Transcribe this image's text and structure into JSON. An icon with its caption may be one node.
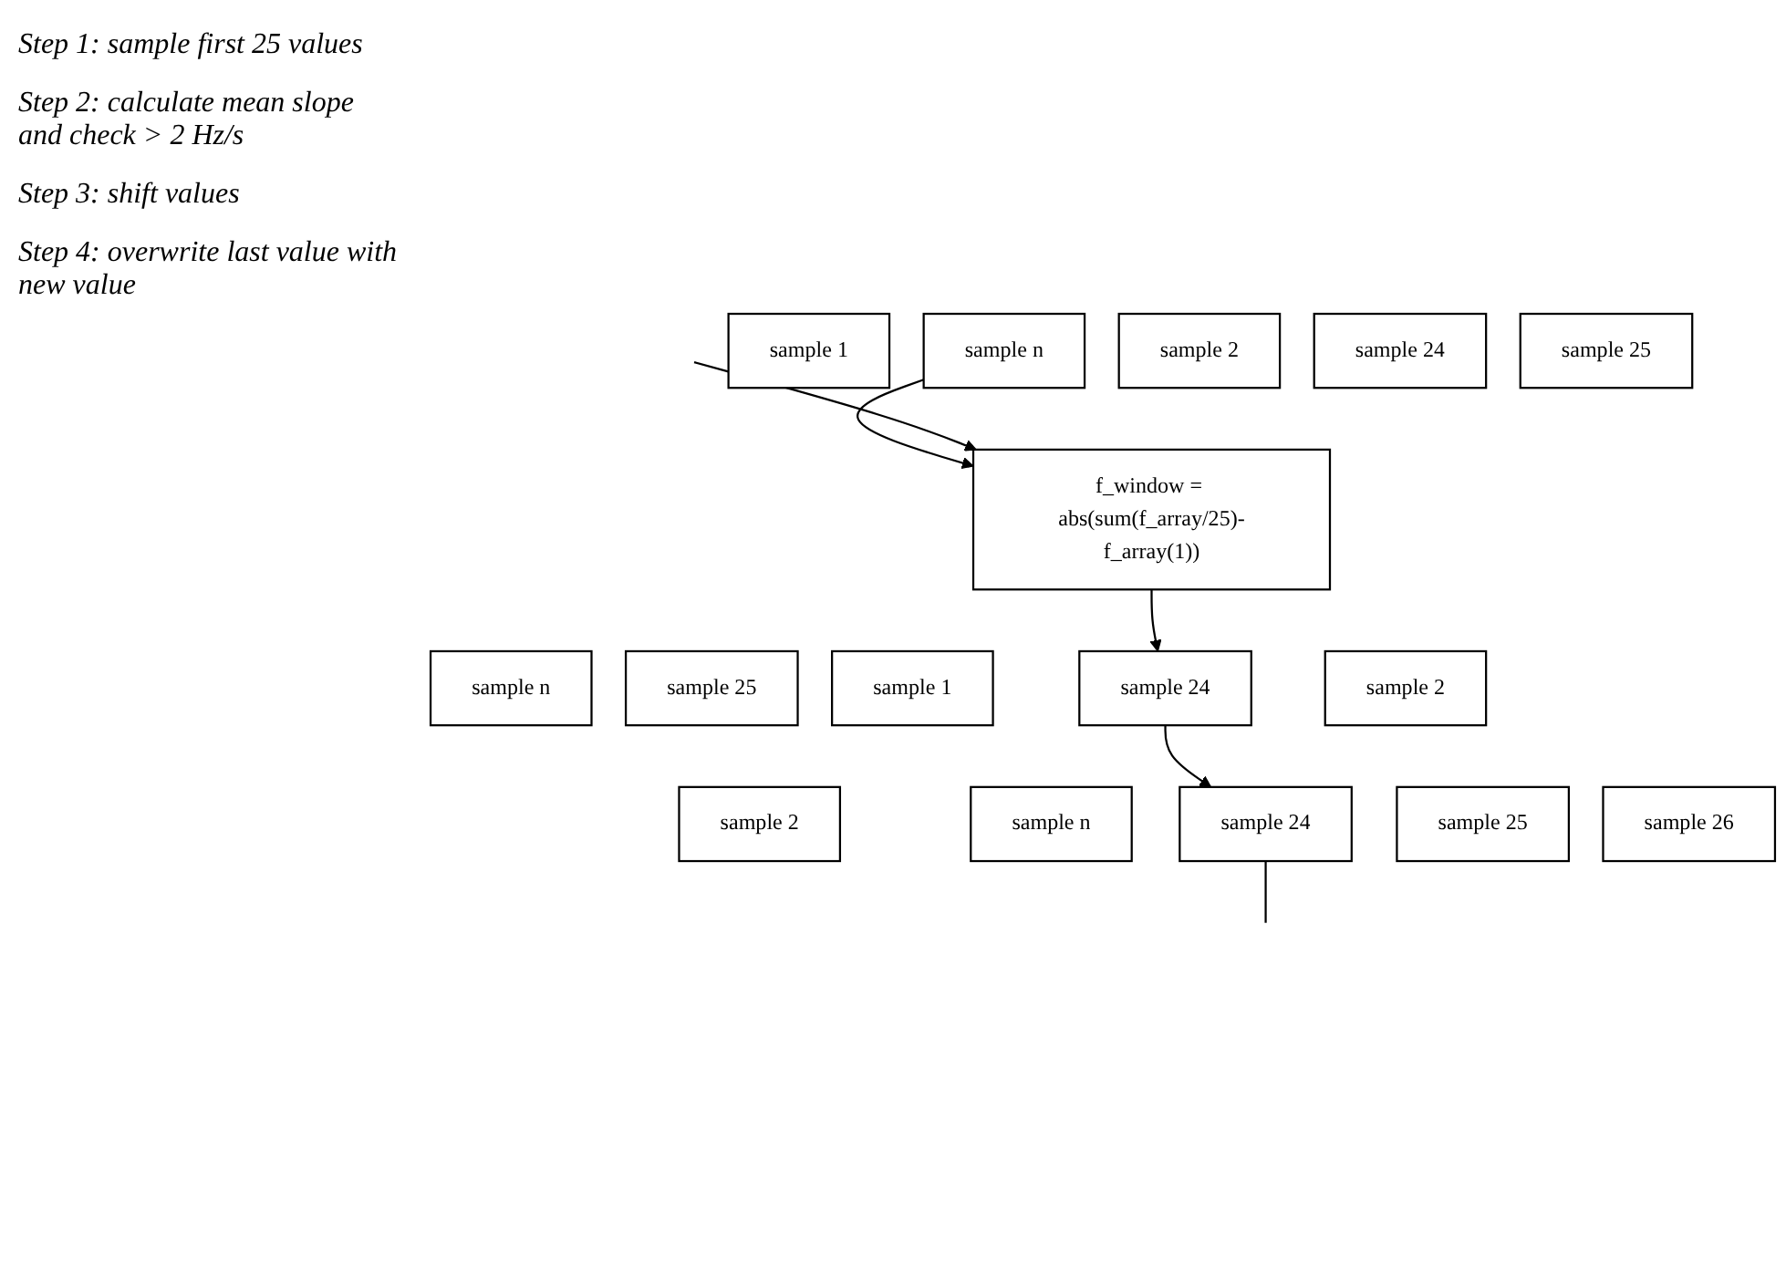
{
  "diagram": {
    "nodes": [
      {
        "text": [
          "sample 1"
        ]
      },
      {
        "text": [
          "sample 2"
        ]
      },
      {
        "text": [
          "sample n"
        ]
      },
      {
        "text": [
          "sample 24"
        ]
      },
      {
        "text": [
          "sample 25"
        ]
      },
      {
        "text": [
          "f_window = abs(sum(f_array/25)-f_array(1))"
        ]
      },
      {
        "text": [
          "sample 2"
        ]
      },
      {
        "text": [
          "sample n"
        ]
      },
      {
        "text": [
          "sample 24"
        ]
      },
      {
        "text": [
          "sample 25"
        ]
      },
      {
        "text": [
          "sample 1"
        ]
      },
      {
        "text": [
          "sample 2"
        ]
      },
      {
        "text": [
          "sample n"
        ]
      },
      {
        "text": [
          "sample 24"
        ]
      },
      {
        "text": [
          "sample 25"
        ]
      },
      {
        "text": [
          "sample 26"
        ]
      }
    ],
    "edges": [
      {
        "from": 2,
        "to": 5,
        "arrow": "to"
      },
      {
        "from": null,
        "to": 5,
        "arrow": "to"
      },
      {
        "from": 5,
        "to": 8,
        "arrow": "to"
      },
      {
        "from": 8,
        "to": 13,
        "arrow": "to"
      },
      {
        "from": 13,
        "to": null,
        "arrow": "none"
      }
    ],
    "labels": [
      "Step 1: sample first 25 values",
      "Step 2: calculate mean slope and check > 2 Hz/s",
      "Step 3: shift values",
      "Step 4: overwrite last value with new value"
    ]
  }
}
